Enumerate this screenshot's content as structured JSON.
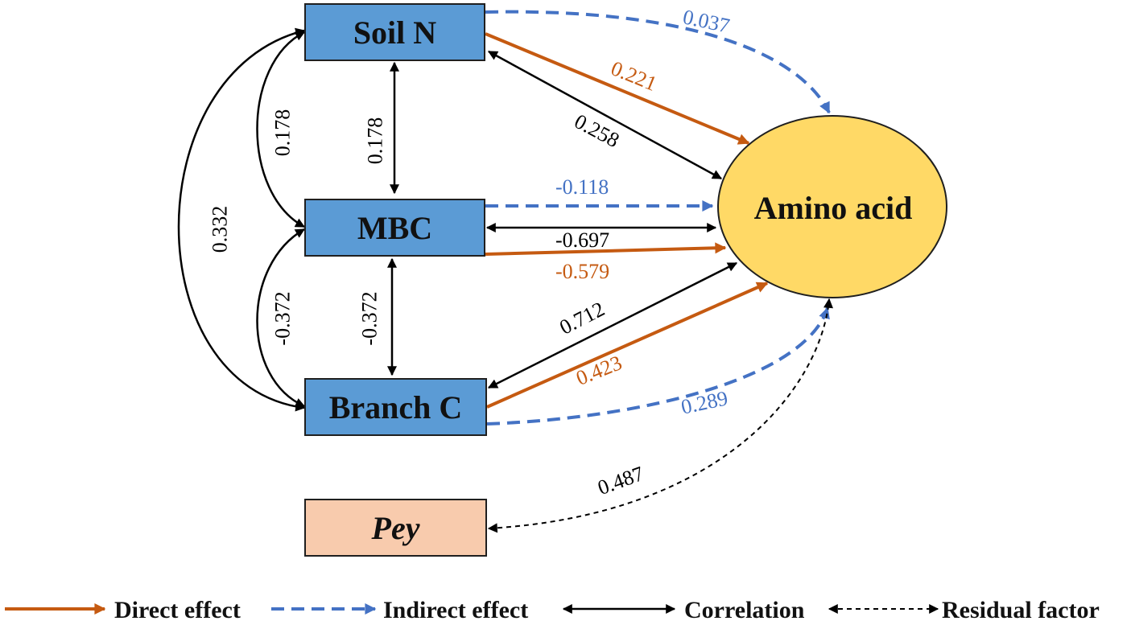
{
  "colors": {
    "box_fill": "#5b9bd5",
    "ellipse_fill": "#ffd966",
    "residual_box_fill": "#f8cbad",
    "direct": "#c55a11",
    "indirect": "#4472c4",
    "correlation": "#000000",
    "residual": "#000000"
  },
  "nodes": {
    "soil_n": "Soil N",
    "mbc": "MBC",
    "branch_c": "Branch C",
    "pey": "Pey",
    "amino_acid": "Amino acid"
  },
  "edges": {
    "soiln_amino_indirect": "0.037",
    "soiln_amino_direct": "0.221",
    "soiln_amino_corr": "0.258",
    "soiln_mbc_corr": "0.178",
    "soiln_mbc_curve_corr": "0.178",
    "soiln_branchc_curve_corr": "0.332",
    "mbc_amino_indirect": "-0.118",
    "mbc_amino_corr": "-0.697",
    "mbc_amino_direct": "-0.579",
    "mbc_branchc_corr": "-0.372",
    "mbc_branchc_curve_corr": "-0.372",
    "branchc_amino_corr": "0.712",
    "branchc_amino_direct": "0.423",
    "branchc_amino_indirect": "0.289",
    "pey_amino_residual": "0.487"
  },
  "legend": {
    "direct": "Direct effect",
    "indirect": "Indirect effect",
    "correlation": "Correlation",
    "residual": "Residual factor"
  }
}
